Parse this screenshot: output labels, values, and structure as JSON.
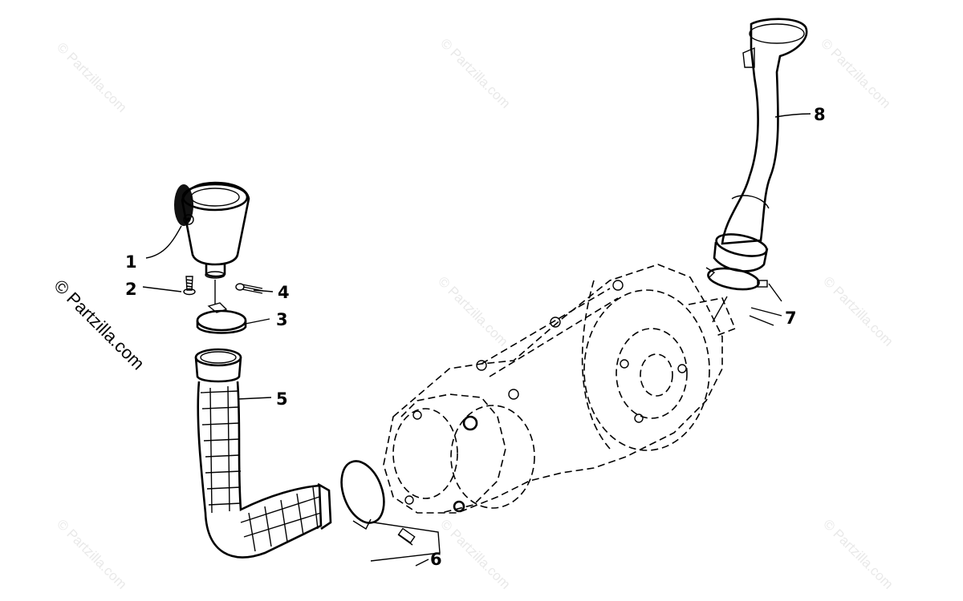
{
  "watermark": {
    "main": "© Partzilla.com",
    "repeat": "© Partzilla.com"
  },
  "callouts": [
    "1",
    "2",
    "3",
    "4",
    "5",
    "6",
    "7",
    "8"
  ],
  "colors": {
    "ink": "#000000",
    "watermark": "#e9e9e9",
    "background": "#ffffff"
  }
}
